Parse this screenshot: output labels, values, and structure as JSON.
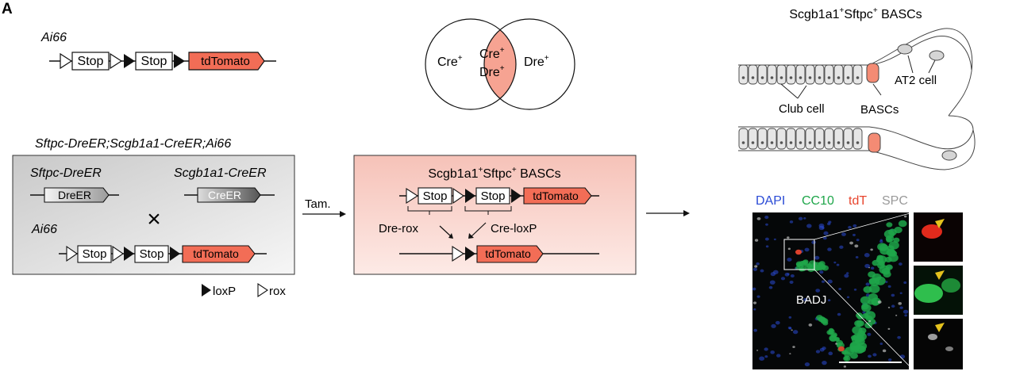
{
  "panel_label": "A",
  "ai66": {
    "title": "Ai66",
    "stop1": "Stop",
    "stop2": "Stop",
    "reporter": "tdTomato"
  },
  "venn": {
    "left": "Cre",
    "left_sup": "+",
    "right": "Dre",
    "right_sup": "+",
    "mid1": "Cre",
    "mid1_sup": "+",
    "mid2": "Dre",
    "mid2_sup": "+"
  },
  "cross": {
    "title": "Sftpc-DreER;Scgb1a1-CreER;Ai66",
    "dre_title": "Sftpc-DreER",
    "dre_gene": "DreER",
    "cre_title": "Scgb1a1-CreER",
    "cre_gene": "CreER",
    "times": "×",
    "ai66_title": "Ai66",
    "stop1": "Stop",
    "stop2": "Stop",
    "reporter": "tdTomato"
  },
  "legend": {
    "loxp": "loxP",
    "rox": "rox"
  },
  "arrow_tam": "Tam.",
  "result": {
    "title_a": "Scgb1a1",
    "title_a_sup": "+",
    "title_b": "Sftpc",
    "title_b_sup": "+",
    "title_c": " BASCs",
    "stop1": "Stop",
    "stop2": "Stop",
    "reporter": "tdTomato",
    "dre_label": "Dre-rox",
    "cre_label": "Cre-loxP",
    "final_reporter": "tdTomato"
  },
  "airway": {
    "title_a": "Scgb1a1",
    "title_a_sup": "+",
    "title_b": "Sftpc",
    "title_b_sup": "+",
    "title_c": " BASCs",
    "club": "Club cell",
    "bascs": "BASCs",
    "at2": "AT2 cell"
  },
  "micrograph": {
    "dapi": "DAPI",
    "cc10": "CC10",
    "tdt": "tdT",
    "spc": "SPC",
    "region": "BADJ",
    "colors": {
      "dapi": "#2a4bd6",
      "cc10": "#1fa64a",
      "tdt": "#e8452e",
      "spc": "#9a9a9a"
    }
  },
  "colors": {
    "tomato": "#f26d56",
    "pink_box": "#fbe0dc",
    "gray_box": "#e6e6e6"
  }
}
